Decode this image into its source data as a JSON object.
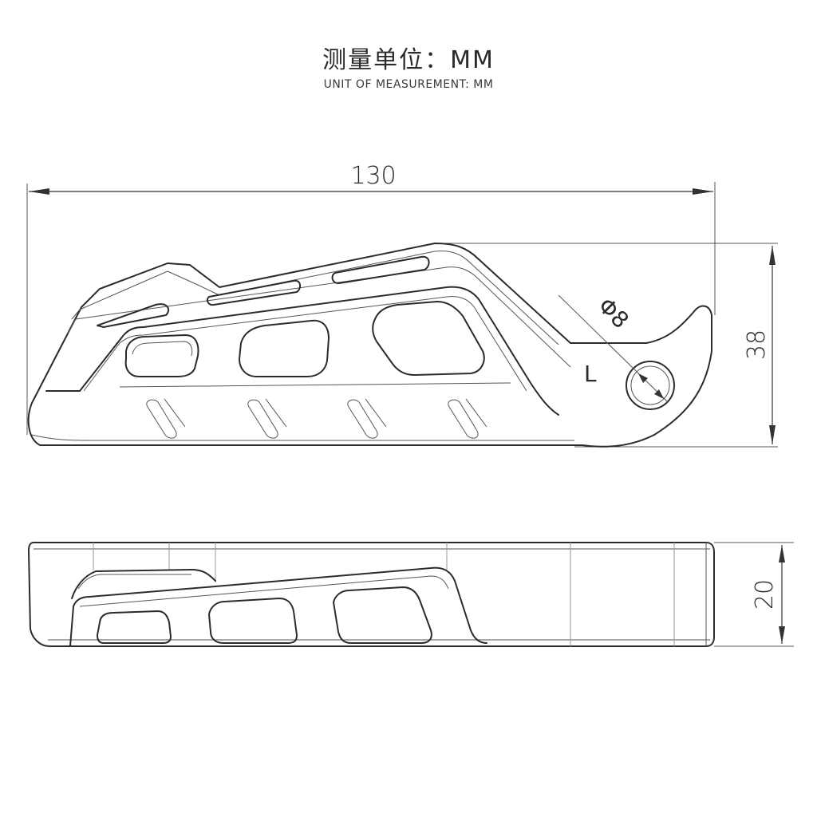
{
  "header": {
    "title_cn": "测量单位：MM",
    "title_en": "UNIT OF MEASUREMENT: MM"
  },
  "dimensions": {
    "length": "130",
    "height": "38",
    "thickness": "20",
    "hole_diameter": "Φ8",
    "side_mark": "L"
  }
}
